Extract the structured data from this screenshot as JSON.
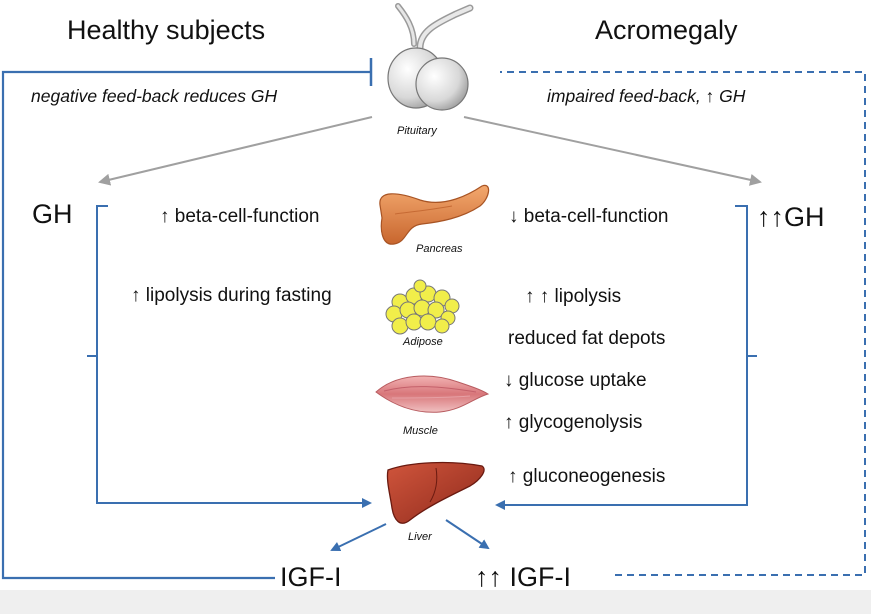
{
  "headings": {
    "left": "Healthy subjects",
    "right": "Acromegaly"
  },
  "feedback": {
    "left": "negative feed-back reduces GH",
    "right": "impaired feed-back, ↑ GH"
  },
  "organs": {
    "pituitary": "Pituitary",
    "pancreas": "Pancreas",
    "adipose": "Adipose",
    "muscle": "Muscle",
    "liver": "Liver"
  },
  "gh": {
    "left": "GH",
    "right": "↑↑GH"
  },
  "healthy_effects": {
    "beta": "↑ beta-cell-function",
    "lipolysis": "↑ lipolysis during fasting"
  },
  "acromegaly_effects": {
    "beta": "↓ beta-cell-function",
    "lipolysis": "↑ ↑ lipolysis",
    "fat": "reduced fat depots",
    "glucose": "↓ glucose uptake",
    "glycogenolysis": "↑ glycogenolysis",
    "gluconeogenesis": "↑ gluconeogenesis"
  },
  "igf": {
    "left": "IGF-I",
    "right": "↑↑ IGF-I"
  },
  "colors": {
    "pathway": "#3a6fb0",
    "gray_arrow": "#a0a0a0",
    "pancreas": "#e08a4c",
    "adipose": "#f1ee4a",
    "muscle": "#d97a7c",
    "liver": "#b23a28"
  }
}
